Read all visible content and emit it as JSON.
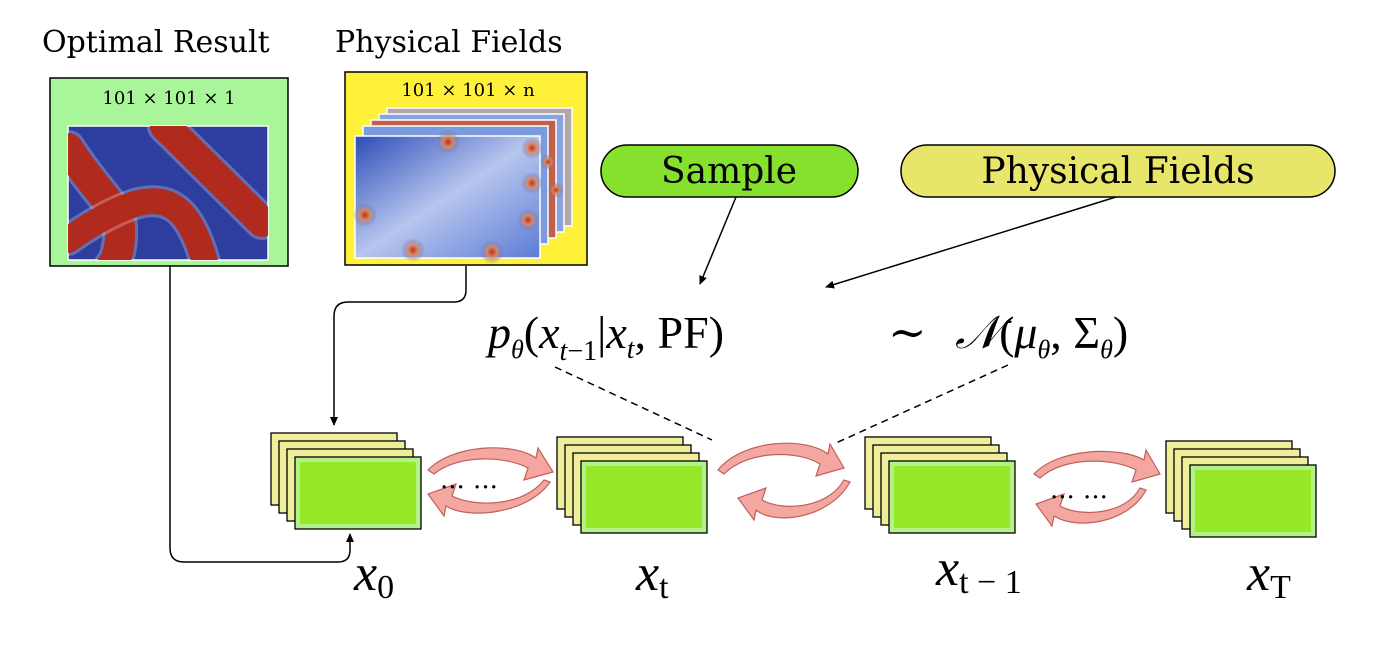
{
  "top_labels": {
    "optimal_result": "Optimal Result",
    "physical_fields": "Physical Fields"
  },
  "panels": {
    "optimal_dims": "101 × 101 × 1",
    "physical_dims": "101 × 101 × n"
  },
  "bubbles": {
    "sample": "Sample",
    "physical_fields": "Physical Fields"
  },
  "equation": {
    "p": "p",
    "theta": "θ",
    "open_paren": "(",
    "x": "x",
    "tm1_t": "t",
    "tm1_minus": "−1",
    "bar": "|",
    "x2": "x",
    "t_sub": "t",
    "comma_pf": ",  PF)",
    "sim": "∼",
    "N": "𝒩",
    "open2": "(",
    "mu": "μ",
    "theta2": "θ",
    "comma": ",  ",
    "Sigma": "Σ",
    "theta3": "θ",
    "close": ")"
  },
  "ellipsis": {
    "left": "... ...",
    "right": "... ..."
  },
  "states": [
    {
      "main": "x",
      "sub": "0"
    },
    {
      "main": "x",
      "sub": "t"
    },
    {
      "main": "x",
      "sub": "t − 1"
    },
    {
      "main": "x",
      "sub": "T"
    }
  ],
  "colors": {
    "green_panel": "#a8f59a",
    "yellow_panel": "#fff13a",
    "field_blue": "#2e3e9e",
    "field_red": "#b02a1e",
    "stack_green": "#98e82a",
    "stack_yellow": "#efee9a",
    "arrow_pink": "#f4a7a1",
    "sample_bubble": "#86e02e",
    "pf_bubble": "#e8e66a"
  }
}
